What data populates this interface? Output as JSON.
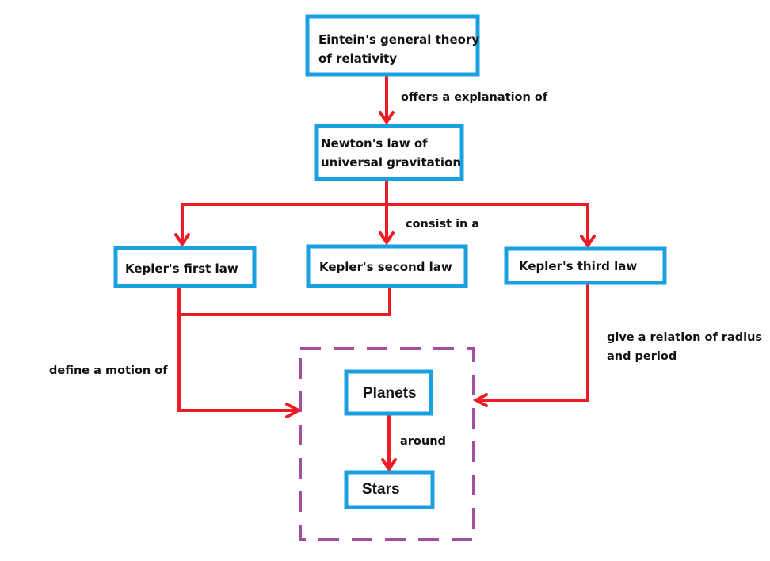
{
  "nodes": {
    "einstein": {
      "line1": "Eintein's general theory",
      "line2": "of relativity"
    },
    "newton": {
      "line1": "Newton's law of",
      "line2": "universal gravitation"
    },
    "kepler1": "Kepler's first law",
    "kepler2": "Kepler's second law",
    "kepler3": "Kepler's third law",
    "planets": "Planets",
    "stars": "Stars"
  },
  "edges": {
    "offers": "offers a explanation of",
    "consist": "consist in a",
    "define": "define a motion of",
    "relation_line1": "give a relation of radius",
    "relation_line2": "and period",
    "around": "around"
  },
  "colors": {
    "box": "#1aa0e0",
    "arrow": "#ed1c24",
    "group": "#a24fa2"
  }
}
